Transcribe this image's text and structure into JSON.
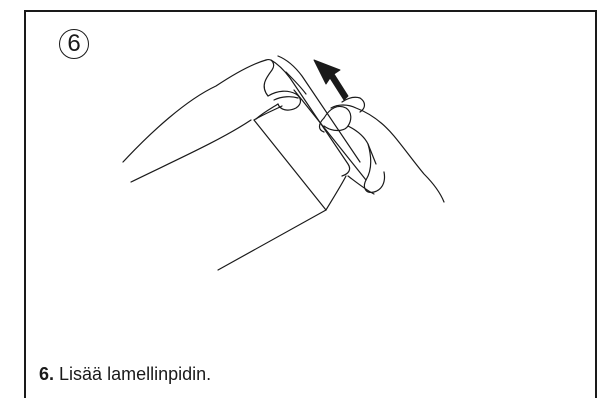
{
  "step": {
    "badge": "6",
    "number": "6.",
    "text": "Lisää lamellinpidin."
  },
  "illustration": {
    "subject": "two hands inserting lamella holder into bag",
    "icon": "insert-arrow-icon"
  }
}
